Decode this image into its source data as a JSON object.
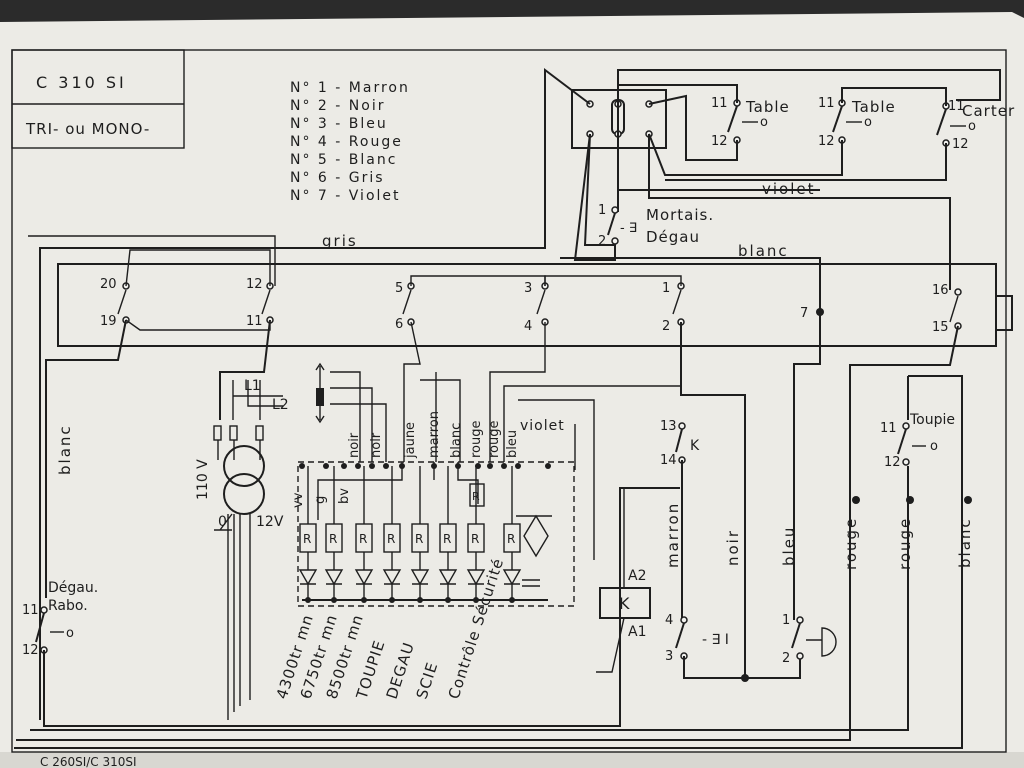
{
  "title_block": {
    "model": "C 310 SI",
    "mode": "TRI- ou MONO-"
  },
  "legend": [
    "N° 1 - Marron",
    "N° 2 - Noir",
    "N° 3 - Bleu",
    "N° 4 - Rouge",
    "N° 5 - Blanc",
    "N° 6 - Gris",
    "N° 7 - Violet"
  ],
  "wires": {
    "gris": "gris",
    "violet_top": "violet",
    "blanc_top": "blanc",
    "blanc_left": "blanc",
    "violet_mid": "violet",
    "marron": "marron",
    "noir": "noir",
    "bleu": "bleu",
    "rouge1": "rouge",
    "rouge2": "rouge",
    "blanc_right": "blanc"
  },
  "switches": {
    "table1": "Table",
    "table2": "Table",
    "carter": "Carter",
    "mortais": "Mortais.",
    "degau_top": "Dégau",
    "toupie": "Toupie",
    "degau_rabo_1": "Dégau.",
    "degau_rabo_2": "Rabo.",
    "relay": "K",
    "relay_k2": "K"
  },
  "terminals": [
    "20",
    "19",
    "12",
    "11",
    "5",
    "6",
    "3",
    "4",
    "1",
    "2",
    "7",
    "16",
    "15",
    "11",
    "12",
    "11",
    "12",
    "11",
    "12",
    "1",
    "2",
    "13",
    "14",
    "4",
    "3",
    "1",
    "2",
    "11",
    "12",
    "11",
    "12"
  ],
  "relay": {
    "a1": "A1",
    "a2": "A2"
  },
  "transformer": {
    "primary": "110 V",
    "secondary": "12V",
    "zero": "0",
    "l1": "L1",
    "l2": "L2"
  },
  "board_inputs": [
    "noir",
    "noir",
    "jaune",
    "marron",
    "blanc",
    "rouge",
    "rouge",
    "bleu"
  ],
  "board_side": [
    "vv",
    "g",
    "bv"
  ],
  "resistor": "R",
  "lamp_labels": [
    "4300tr mn",
    "6750tr mn",
    "8500tr mn",
    "TOUPIE",
    "DEGAU",
    "SCIE",
    "Contrôle Sécurité"
  ],
  "footer": "C 260SI/C 310SI"
}
